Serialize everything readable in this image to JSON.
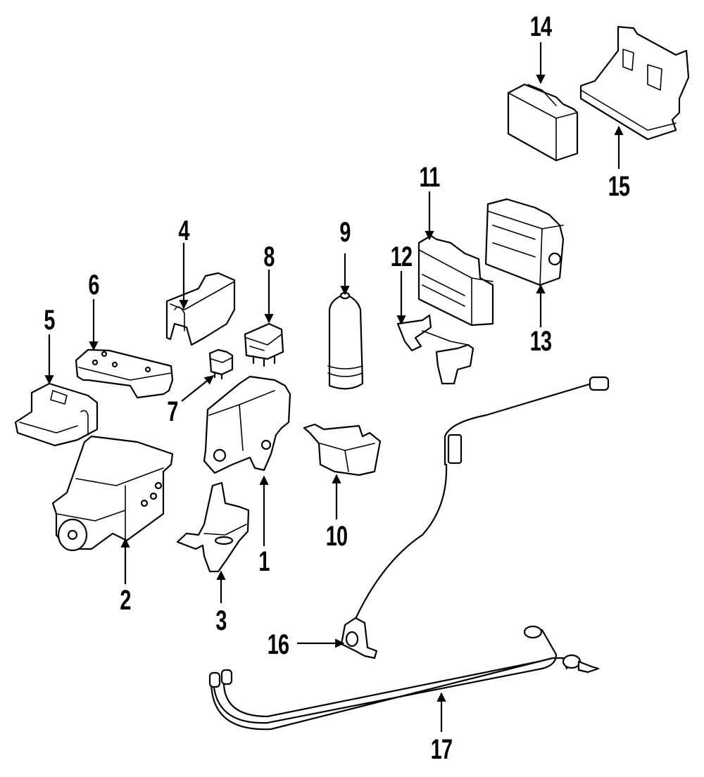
{
  "diagram": {
    "type": "exploded-parts-diagram",
    "line_color": "#000000",
    "background_color": "#ffffff",
    "callouts": [
      {
        "id": "1",
        "label": "1",
        "part": "abs-modulator-valve-assembly"
      },
      {
        "id": "2",
        "label": "2",
        "part": "abs-hydraulic-unit-with-motor"
      },
      {
        "id": "3",
        "label": "3",
        "part": "mounting-bracket"
      },
      {
        "id": "4",
        "label": "4",
        "part": "relay-cover"
      },
      {
        "id": "5",
        "label": "5",
        "part": "control-module-cover"
      },
      {
        "id": "6",
        "label": "6",
        "part": "mounting-plate"
      },
      {
        "id": "7",
        "label": "7",
        "part": "small-relay"
      },
      {
        "id": "8",
        "label": "8",
        "part": "relay"
      },
      {
        "id": "9",
        "label": "9",
        "part": "pressure-accumulator"
      },
      {
        "id": "10",
        "label": "10",
        "part": "accumulator-bracket"
      },
      {
        "id": "11",
        "label": "11",
        "part": "control-module"
      },
      {
        "id": "12",
        "label": "12",
        "part": "module-bracket"
      },
      {
        "id": "13",
        "label": "13",
        "part": "electronic-control-unit"
      },
      {
        "id": "14",
        "label": "14",
        "part": "module-cover"
      },
      {
        "id": "15",
        "label": "15",
        "part": "module-mounting-bracket"
      },
      {
        "id": "16",
        "label": "16",
        "part": "wheel-speed-sensor"
      },
      {
        "id": "17",
        "label": "17",
        "part": "sensor-wiring-harness"
      }
    ]
  }
}
